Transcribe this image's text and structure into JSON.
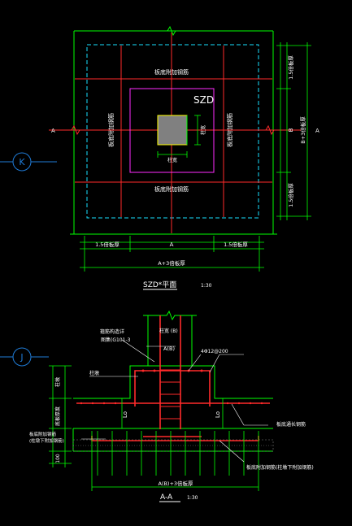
{
  "plan": {
    "title": "SZD*平面",
    "scale": "1:30",
    "tag": "SZD",
    "band_top": "板底附加钢筋",
    "band_bottom": "板底附加钢筋",
    "band_left": "板底附加钢筋",
    "band_right": "板底附加钢筋",
    "dim_side_a": "柱宽",
    "dim_side_b": "柱宽",
    "dim_seg_left": "1.5倍板厚",
    "dim_seg_mid": "A",
    "dim_seg_right": "1.5倍板厚",
    "dim_total_h": "A+3倍板厚",
    "dim_seg_top_v": "1.5倍板厚",
    "dim_seg_mid_v": "B",
    "dim_seg_bot_v": "1.5倍板厚",
    "dim_total_v": "B+3倍板厚",
    "cut_mark_left": "A",
    "cut_mark_right": "A"
  },
  "axes": {
    "k": "K",
    "j": "J"
  },
  "section": {
    "title": "A-A",
    "scale": "1:30",
    "note_top": "柱宽 (B)",
    "note_ab": "A(B)",
    "note_rebar": "4Φ12@200",
    "note_link1": "箍筋构造详",
    "note_link2": "图集(G101-3",
    "note_left_top": "柱墩",
    "note_left_mid": "底板厚度",
    "note_left_low1": "板底附加钢筋",
    "note_left_low2": "(柱墩下附加钢筋)",
    "note_right_mid": "板底通长钢筋",
    "note_right_low": "板底附加钢筋(柱墩下附加钢筋)",
    "lo_left": "Lo",
    "lo_right": "Lo",
    "dim_100": "100",
    "dim_total": "A(B)+3倍板厚"
  },
  "colors": {
    "red": "#ff2a2a",
    "green": "#00ff00",
    "white": "#ffffff",
    "cyan": "#19e0ff",
    "magenta": "#ff2bff",
    "yellow": "#ffff00",
    "gray": "#808080",
    "blue_axis": "#1f7bd6"
  }
}
